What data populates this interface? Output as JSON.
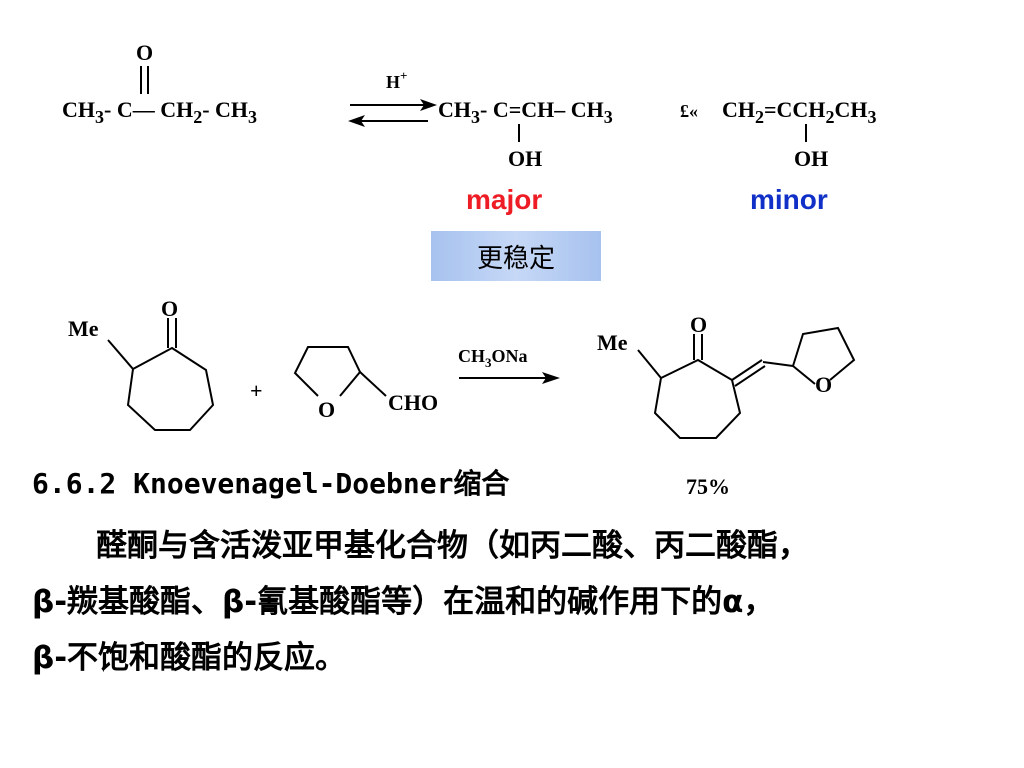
{
  "equilibrium": {
    "ketone": {
      "o_label": "O",
      "ch3_left": "CH",
      "sub3": "3",
      "c_label": "C",
      "ch2": "CH",
      "sub2": "2",
      "ch3_right": "CH"
    },
    "catalyst": "H",
    "catalyst_sup": "+",
    "enol_major": {
      "ch3": "CH",
      "c_eq": "C=CH",
      "ch3_end": "CH",
      "oh": "OH"
    },
    "separator": "£«",
    "enol_minor": {
      "ch2_eq": "CH",
      "ccc": "=CCH",
      "ch3_end": "CH",
      "oh": "OH"
    },
    "major_label": "major",
    "minor_label": "minor",
    "stable_label": "更稳定"
  },
  "reaction": {
    "reactant1": {
      "methyl": "Me",
      "carbonyl_o": "O"
    },
    "plus": "+",
    "reactant2": {
      "ring_o": "O",
      "aldehyde": "CHO"
    },
    "reagent": {
      "ch": "CH",
      "sub": "3",
      "rest": "ONa"
    },
    "product": {
      "methyl": "Me",
      "carbonyl_o": "O",
      "ring_o": "O"
    },
    "yield": "75%"
  },
  "section": {
    "heading": "6.6.2 Knoevenagel-Doebner缩合",
    "line1": "醛酮与含活泼亚甲基化合物（如丙二酸、丙二酸酯，",
    "line2": "β-羰基酸酯、β-氰基酸酯等）在温和的碱作用下的α，",
    "line3": "β-不饱和酸酯的反应。"
  },
  "colors": {
    "major": "#ee1c25",
    "minor": "#1030c8",
    "box": "#b8cdf3"
  }
}
